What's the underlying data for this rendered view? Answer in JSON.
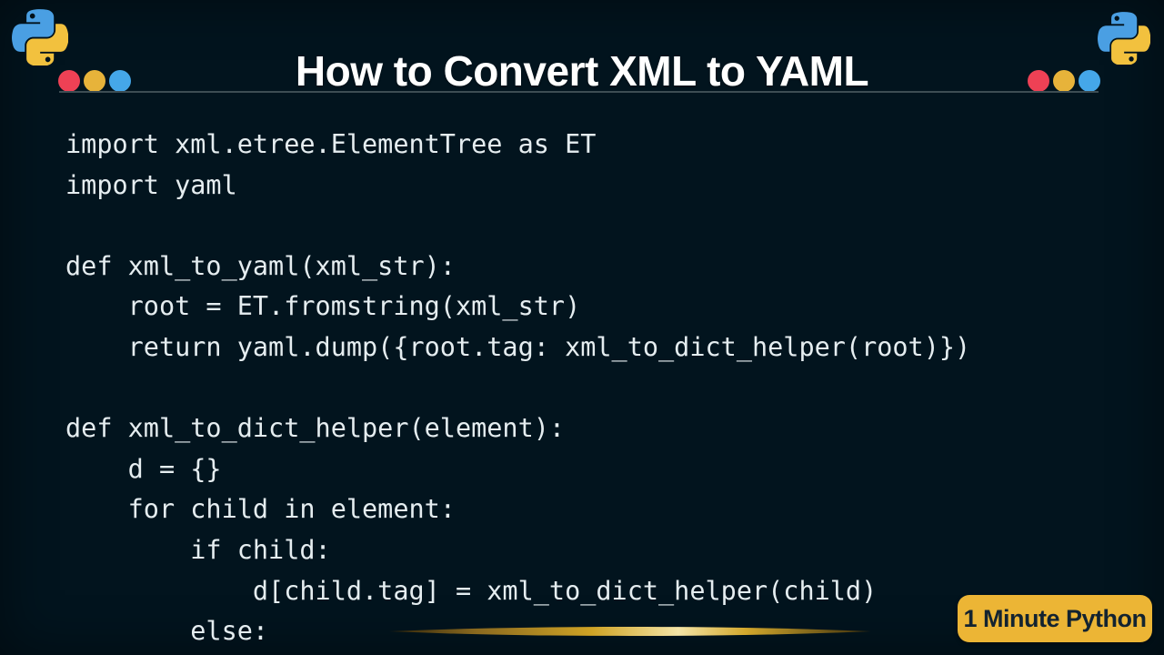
{
  "header": {
    "title": "How to Convert XML to YAML"
  },
  "code": {
    "lines": [
      "import xml.etree.ElementTree as ET",
      "import yaml",
      "",
      "def xml_to_yaml(xml_str):",
      "    root = ET.fromstring(xml_str)",
      "    return yaml.dump({root.tag: xml_to_dict_helper(root)})",
      "",
      "def xml_to_dict_helper(element):",
      "    d = {}",
      "    for child in element:",
      "        if child:",
      "            d[child.tag] = xml_to_dict_helper(child)",
      "        else:"
    ]
  },
  "badge": {
    "label": "1 Minute Python"
  },
  "decor": {
    "icons": [
      "python-logo-icon",
      "window-dot",
      "gold-divider"
    ]
  },
  "colors": {
    "background": "#02141e",
    "title_text": "#ffffff",
    "code_text": "#e5edf0",
    "header_rule": "#3d4d53",
    "dot_red": "#ee4155",
    "dot_yellow": "#e7b33a",
    "dot_blue": "#45a7e9",
    "python_blue": "#4a9fe3",
    "python_yellow": "#f2c13e",
    "badge_bg": "#ecb535",
    "badge_text": "#132330",
    "gold_line": "#d2a72c"
  }
}
